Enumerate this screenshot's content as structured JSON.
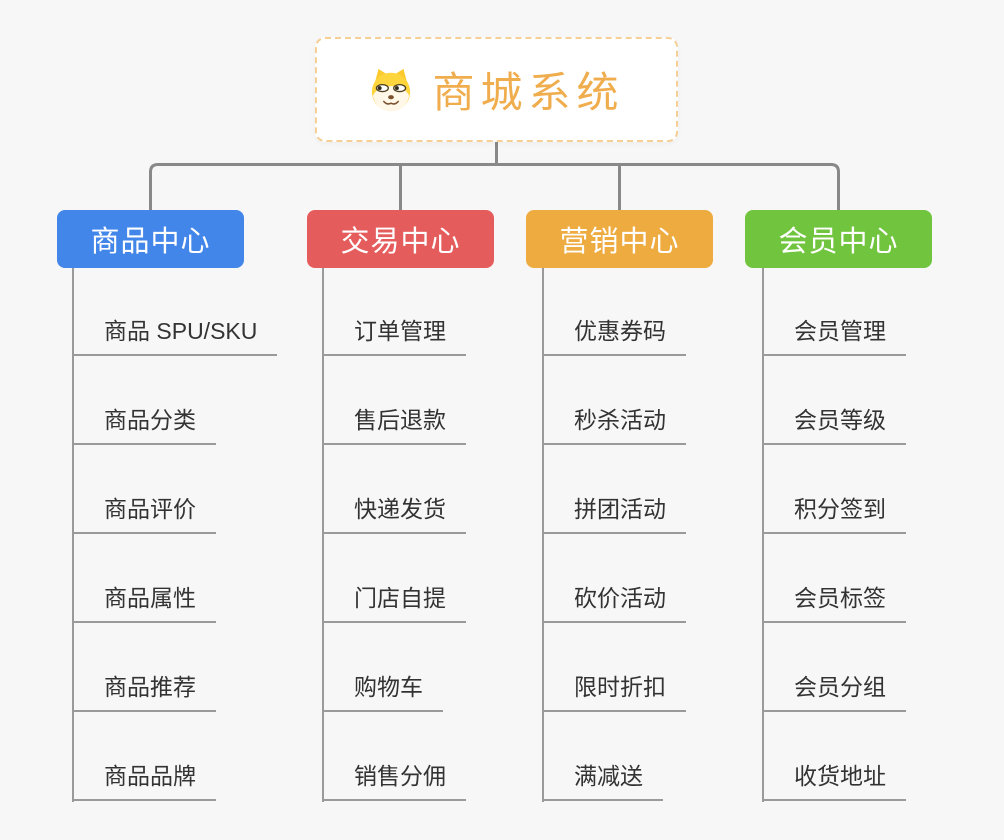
{
  "root": {
    "title": "商城系统",
    "icon": "dog-face-icon"
  },
  "branches": [
    {
      "id": "product-center",
      "label": "商品中心",
      "color": "#4386e9",
      "children": [
        "商品 SPU/SKU",
        "商品分类",
        "商品评价",
        "商品属性",
        "商品推荐",
        "商品品牌"
      ]
    },
    {
      "id": "trade-center",
      "label": "交易中心",
      "color": "#e55c5c",
      "children": [
        "订单管理",
        "售后退款",
        "快递发货",
        "门店自提",
        "购物车",
        "销售分佣"
      ]
    },
    {
      "id": "marketing-center",
      "label": "营销中心",
      "color": "#eeab40",
      "children": [
        "优惠券码",
        "秒杀活动",
        "拼团活动",
        "砍价活动",
        "限时折扣",
        "满减送"
      ]
    },
    {
      "id": "member-center",
      "label": "会员中心",
      "color": "#71c53e",
      "children": [
        "会员管理",
        "会员等级",
        "积分签到",
        "会员标签",
        "会员分组",
        "收货地址"
      ]
    }
  ],
  "colors": {
    "background": "#f7f7f7",
    "connector": "#898989",
    "leaf_line": "#9a9a9a",
    "leaf_text": "#333333",
    "root_title": "#f0ad4e",
    "root_border": "#f5cf96"
  }
}
